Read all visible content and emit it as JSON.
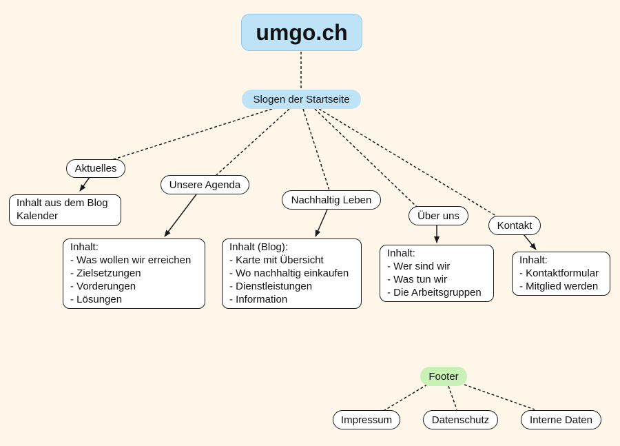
{
  "root": {
    "label": "umgo.ch"
  },
  "slogan": {
    "label": "Slogen der Startseite"
  },
  "sections": {
    "aktuelles": {
      "label": "Aktuelles",
      "content": [
        "Inhalt aus dem Blog",
        "Kalender"
      ]
    },
    "agenda": {
      "label": "Unsere Agenda",
      "content": [
        "Inhalt:",
        "- Was wollen wir erreichen",
        "- Zielsetzungen",
        "- Vorderungen",
        "- Lösungen"
      ]
    },
    "nachhaltig": {
      "label": "Nachhaltig Leben",
      "content": [
        "Inhalt (Blog):",
        "- Karte mit Übersicht",
        "- Wo nachhaltig einkaufen",
        "- Dienstleistungen",
        "- Information"
      ]
    },
    "ueber": {
      "label": "Über uns",
      "content": [
        "Inhalt:",
        "- Wer sind wir",
        "- Was tun wir",
        "- Die Arbeitsgruppen"
      ]
    },
    "kontakt": {
      "label": "Kontakt",
      "content": [
        "Inhalt:",
        "- Kontaktformular",
        "- Mitglied werden"
      ]
    }
  },
  "footer": {
    "label": "Footer",
    "items": [
      "Impressum",
      "Datenschutz",
      "Interne Daten"
    ]
  },
  "colors": {
    "background": "#fdf6e9",
    "blue_node": "#bfe3f6",
    "green_node": "#c9f0b5",
    "line": "#1a1a1a"
  }
}
